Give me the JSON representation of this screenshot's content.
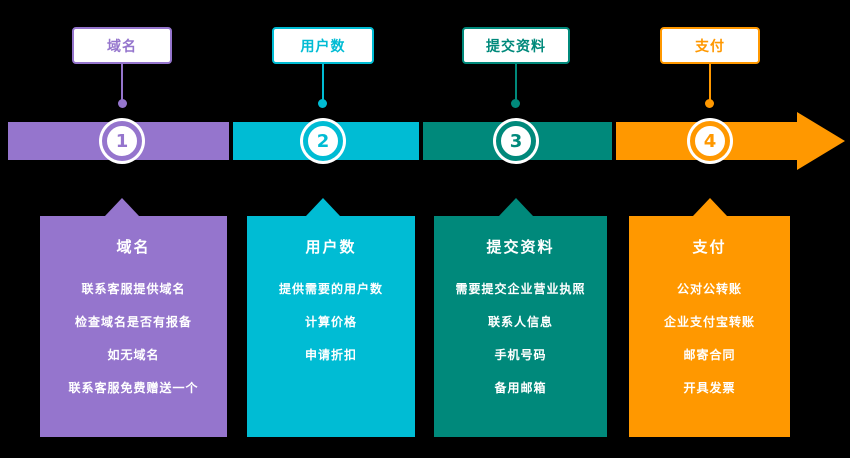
{
  "diagram": {
    "type": "process-flow",
    "background": "#000000",
    "band_arrow_direction": "right",
    "steps": [
      {
        "number": "1",
        "label": "域名",
        "color": "#9575CD",
        "card": {
          "title": "域名",
          "items": [
            "联系客服提供域名",
            "检查域名是否有报备",
            "如无域名",
            "联系客服免费赠送一个"
          ]
        }
      },
      {
        "number": "2",
        "label": "用户数",
        "color": "#00BCD4",
        "card": {
          "title": "用户数",
          "items": [
            "提供需要的用户数",
            "计算价格",
            "申请折扣"
          ]
        }
      },
      {
        "number": "3",
        "label": "提交资料",
        "color": "#00897B",
        "card": {
          "title": "提交资料",
          "items": [
            "需要提交企业营业执照",
            "联系人信息",
            "手机号码",
            "备用邮箱"
          ]
        }
      },
      {
        "number": "4",
        "label": "支付",
        "color": "#FF9800",
        "card": {
          "title": "支付",
          "items": [
            "公对公转账",
            "企业支付宝转账",
            "邮寄合同",
            "开具发票"
          ]
        }
      }
    ]
  }
}
